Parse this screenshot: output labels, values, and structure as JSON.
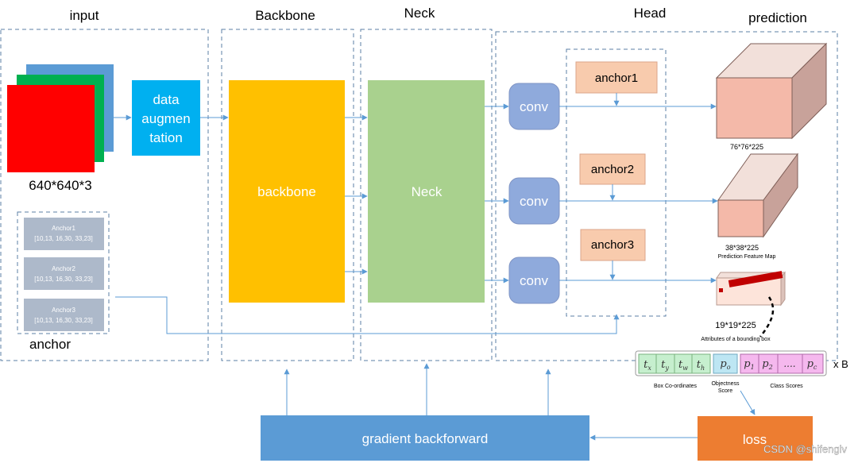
{
  "sections": {
    "input": "input",
    "backbone": "Backbone",
    "neck": "Neck",
    "head": "Head",
    "prediction": "prediction"
  },
  "input": {
    "image_size": "640*640*3",
    "augment": [
      "data",
      "augmen",
      "tation"
    ],
    "anchor_label": "anchor",
    "anchors": [
      {
        "name": "Anchor1",
        "values": "[10,13, 16,30, 33,23]"
      },
      {
        "name": "Anchor2",
        "values": "[10,13, 16,30, 33,23]"
      },
      {
        "name": "Anchor3",
        "values": "[10,13, 16,30, 33,23]"
      }
    ]
  },
  "backbone_label": "backbone",
  "neck_label": "Neck",
  "head": {
    "conv": [
      "conv",
      "conv",
      "conv"
    ],
    "anchors": [
      "anchor1",
      "anchor2",
      "anchor3"
    ]
  },
  "prediction": {
    "sizes": [
      "76*76*225",
      "38*38*225",
      "19*19*225"
    ],
    "feature_map_caption": "Prediction Feature Map",
    "attr_caption": "Attributes of a bounding box",
    "box_cells": [
      "t",
      "t",
      "t",
      "t"
    ],
    "box_subs": [
      "x",
      "y",
      "w",
      "h"
    ],
    "obj_cell": "p",
    "obj_sub": "o",
    "class_cells": [
      "p",
      "p",
      "....",
      "p"
    ],
    "class_subs": [
      "1",
      "2",
      "",
      "c"
    ],
    "group_labels": [
      "Box Co-ordinates",
      "Objectness",
      "Score",
      "Class Scores"
    ],
    "multiplier": "x B"
  },
  "bottom": {
    "gradient": "gradient backforward",
    "loss": "loss"
  },
  "watermark": "CSDN @shifenglv",
  "colors": {
    "augment": "#00b0f0",
    "backbone": "#ffc000",
    "neck": "#a9d18e",
    "conv": "#8faadc",
    "anchor_box": "#f8cbad",
    "gradient": "#5b9bd5",
    "loss": "#ed7d31",
    "line": "#5b9bd5"
  }
}
